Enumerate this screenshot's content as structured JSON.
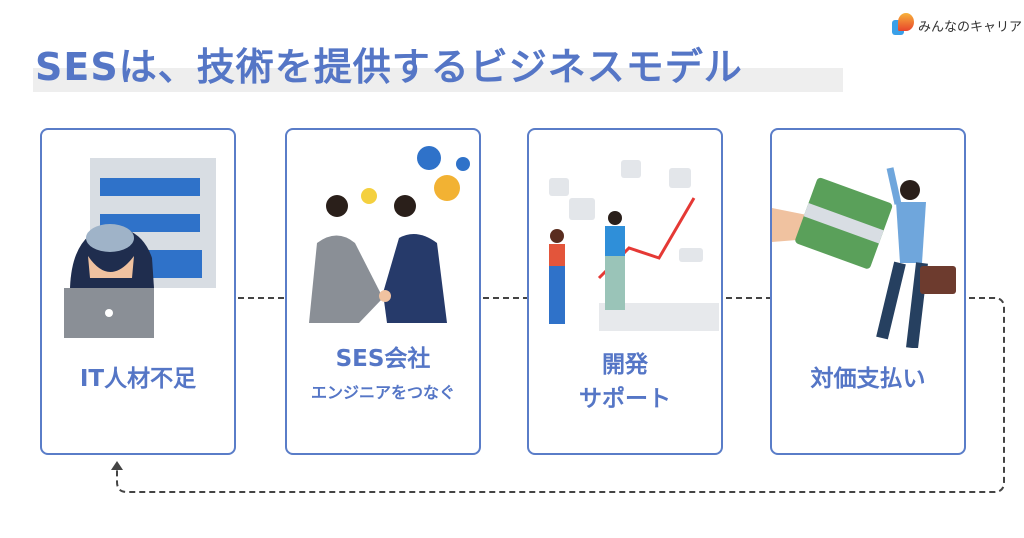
{
  "title": "SESは、技術を提供するビジネスモデル",
  "logo": {
    "text": "みんなのキャリア"
  },
  "cards": [
    {
      "label": "IT人材不足",
      "icon": "stressed-worker-illustration"
    },
    {
      "label": "SES会社",
      "sub": "エンジニアをつなぐ",
      "icon": "handshake-illustration"
    },
    {
      "label": "開発",
      "sub": "サポート",
      "icon": "growth-team-illustration"
    },
    {
      "label": "対価支払い",
      "icon": "payment-illustration"
    }
  ],
  "colors": {
    "accent": "#5576c6",
    "border": "#5a7dc8"
  }
}
